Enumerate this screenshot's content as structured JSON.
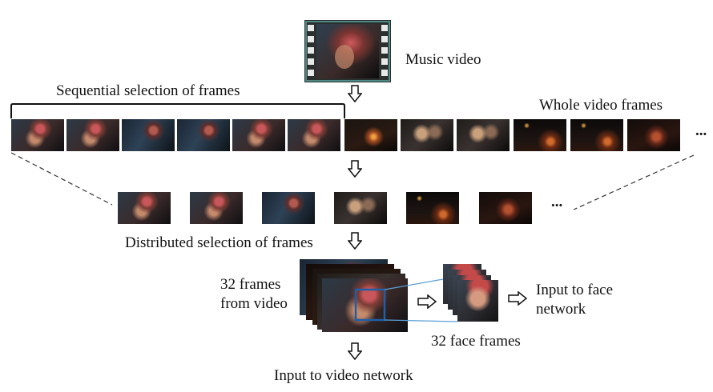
{
  "labels": {
    "music_video": "Music video",
    "sequential": "Sequential selection of frames",
    "whole": "Whole video frames",
    "distributed": "Distributed selection of frames",
    "frames_line1": "32 frames",
    "frames_line2": "from video",
    "face_input_line1": "Input to face",
    "face_input_line2": "network",
    "face_frames": "32 face frames",
    "video_input": "Input to video network",
    "ellipsis_top": "...",
    "ellipsis_mid": "..."
  },
  "colors": {
    "zoom_box": "#1f5fa8",
    "zoom_lines": "#5a9fd6",
    "text": "#111111"
  },
  "icons": {
    "film": "film-strip-icon",
    "arrow_down": "hollow-down-arrow-icon",
    "arrow_right": "hollow-right-arrow-icon"
  }
}
